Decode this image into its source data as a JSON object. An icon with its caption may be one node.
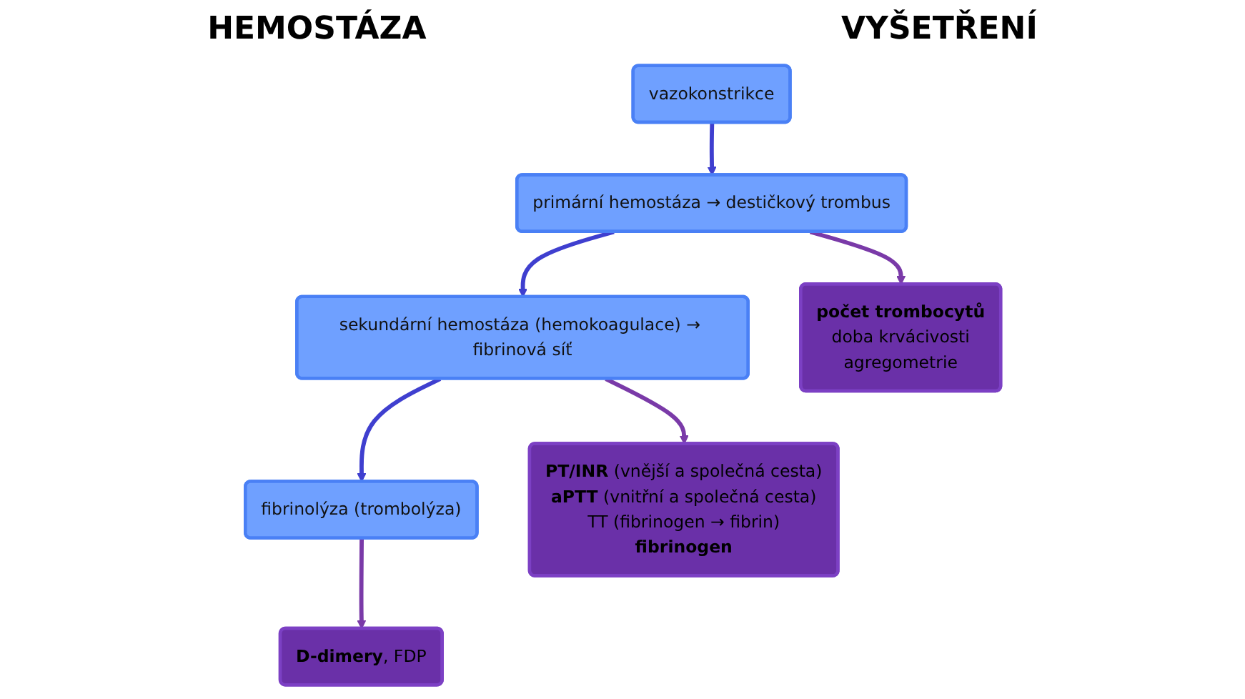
{
  "diagram": {
    "title": "HEMOSTÁZA",
    "nodes": [
      {
        "text": [
          "vazokonstrikce"
        ]
      },
      {
        "text": [
          "primární hemostáza → destičkový trombus"
        ]
      },
      {
        "text": [
          "sekundární hemostáza (hemokoagulace) → fibrinová síť"
        ]
      },
      {
        "text": [
          "fibrinolýza (trombolýza)"
        ]
      },
      {
        "text": [
          "**počet trombocytů**",
          "doba krvácivosti",
          "agregometrie"
        ]
      },
      {
        "text": [
          "**PT/INR** (vnější a společná cesta)",
          "**aPTT** (vnitřní a společná cesta)",
          "TT (fibrinogen → fibrin)",
          "**fibrinogen**"
        ]
      },
      {
        "text": [
          "**D-dimery**, FDP"
        ]
      }
    ],
    "edges": [
      {
        "from": 0,
        "to": 1,
        "arrow": "to"
      },
      {
        "from": 1,
        "to": 2,
        "arrow": "to"
      },
      {
        "from": 2,
        "to": 3,
        "arrow": "to"
      },
      {
        "from": 1,
        "to": 4,
        "arrow": "to",
        "color": "#7a3aa8"
      },
      {
        "from": 2,
        "to": 5,
        "arrow": "to",
        "color": "#7a3aa8"
      },
      {
        "from": 3,
        "to": 6,
        "arrow": "to",
        "color": "#7a3aa8"
      }
    ],
    "labels": [
      "VYŠETŘENÍ"
    ]
  }
}
